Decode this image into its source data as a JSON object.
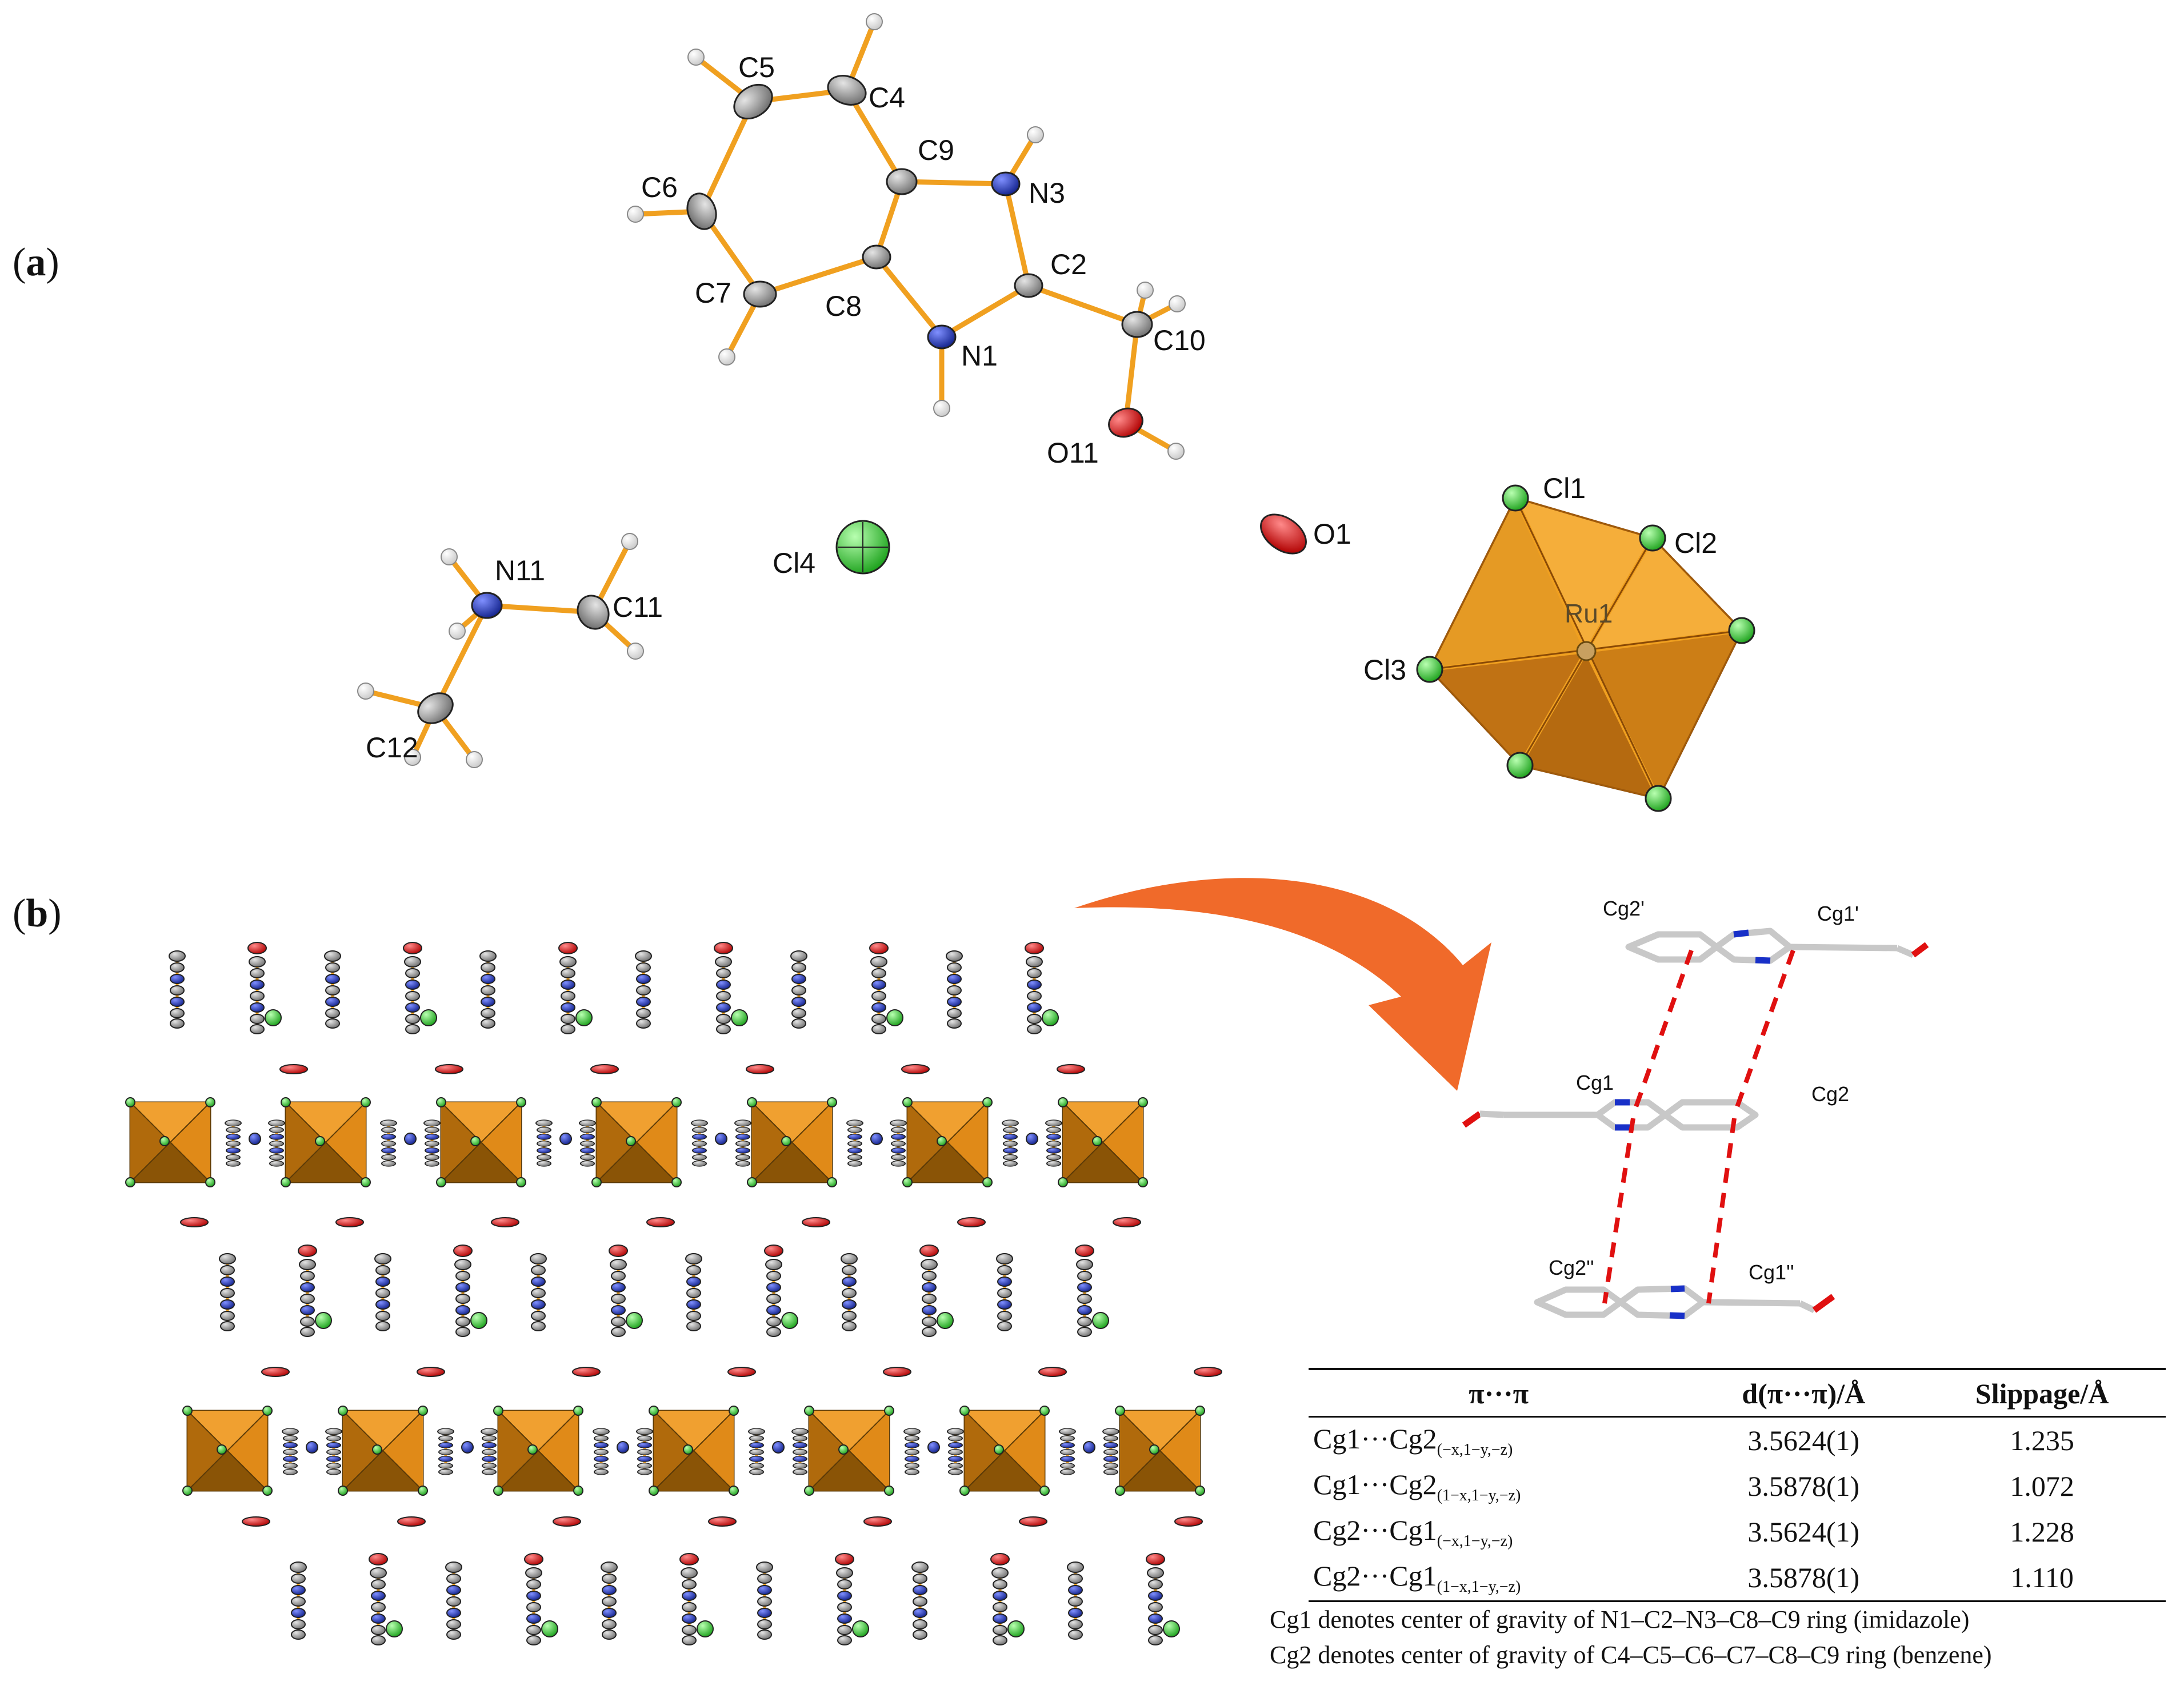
{
  "panels": {
    "a": "(a)",
    "b": "(b)"
  },
  "atoms": {
    "C5": "C5",
    "C4": "C4",
    "C9": "C9",
    "N3": "N3",
    "C6": "C6",
    "C2": "C2",
    "C7": "C7",
    "C8": "C8",
    "N1": "N1",
    "C10": "C10",
    "O11": "O11",
    "Cl1": "Cl1",
    "Cl2": "Cl2",
    "O1": "O1",
    "Cl4": "Cl4",
    "N11": "N11",
    "C11": "C11",
    "Ru1": "Ru1",
    "Cl3": "Cl3",
    "C12": "C12"
  },
  "centroids": {
    "cg2p": "Cg2'",
    "cg1p": "Cg1'",
    "cg1": "Cg1",
    "cg2": "Cg2",
    "cg2pp": "Cg2''",
    "cg1pp": "Cg1''"
  },
  "colors": {
    "bond": "#f0a020",
    "carbon": "#8a8a8a",
    "nitrogen": "#1830c8",
    "oxygen": "#e01010",
    "chlorine": "#30d030",
    "hydrogen": "#ffffff",
    "octahedron": "#e8961e",
    "arrow": "#f06a2a",
    "stacking": "#e01010"
  },
  "table": {
    "headers": [
      "π···π",
      "d(π···π)/Å",
      "Slippage/Å"
    ],
    "rows": [
      {
        "pair": "Cg1···Cg2",
        "sym": "(−x,1−y,−z)",
        "d": "3.5624(1)",
        "slip": "1.235"
      },
      {
        "pair": "Cg1···Cg2",
        "sym": "(1−x,1−y,−z)",
        "d": "3.5878(1)",
        "slip": "1.072"
      },
      {
        "pair": "Cg2···Cg1",
        "sym": "(−x,1−y,−z)",
        "d": "3.5624(1)",
        "slip": "1.228"
      },
      {
        "pair": "Cg2···Cg1",
        "sym": "(1−x,1−y,−z)",
        "d": "3.5878(1)",
        "slip": "1.110"
      }
    ]
  },
  "notes": {
    "cg1": "Cg1 denotes center of gravity of N1–C2–N3–C8–C9 ring (imidazole)",
    "cg2": "Cg2 denotes center of gravity of C4–C5–C6–C7–C8–C9 ring (benzene)"
  }
}
